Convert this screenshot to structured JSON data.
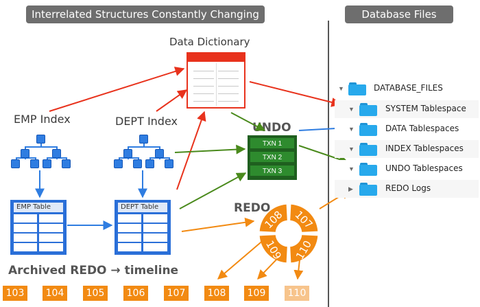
{
  "headers": {
    "left": "Interrelated Structures Constantly Changing",
    "right": "Database Files"
  },
  "data_dictionary": {
    "label": "Data Dictionary"
  },
  "indexes": {
    "emp": "EMP Index",
    "dept": "DEPT Index"
  },
  "tables": {
    "emp": "EMP Table",
    "dept": "DEPT Table"
  },
  "undo": {
    "title": "UNDO",
    "txns": [
      "TXN 1",
      "TXN 2",
      "TXN 3"
    ]
  },
  "redo": {
    "title": "REDO",
    "segments": [
      "108",
      "107",
      "109",
      "110"
    ]
  },
  "archived": {
    "title": "Archived REDO → timeline",
    "items": [
      "103",
      "104",
      "105",
      "106",
      "107",
      "108",
      "109",
      "110"
    ]
  },
  "files": {
    "root": "DATABASE_FILES",
    "items": [
      "SYSTEM Tablespace",
      "DATA Tablespaces",
      "INDEX Tablespaces",
      "UNDO Tablespaces",
      "REDO Logs"
    ]
  },
  "colors": {
    "red_arrow": "#e8321c",
    "green_arrow": "#4a8a1c",
    "blue_arrow": "#2f7de1",
    "orange_arrow": "#f28a12"
  }
}
